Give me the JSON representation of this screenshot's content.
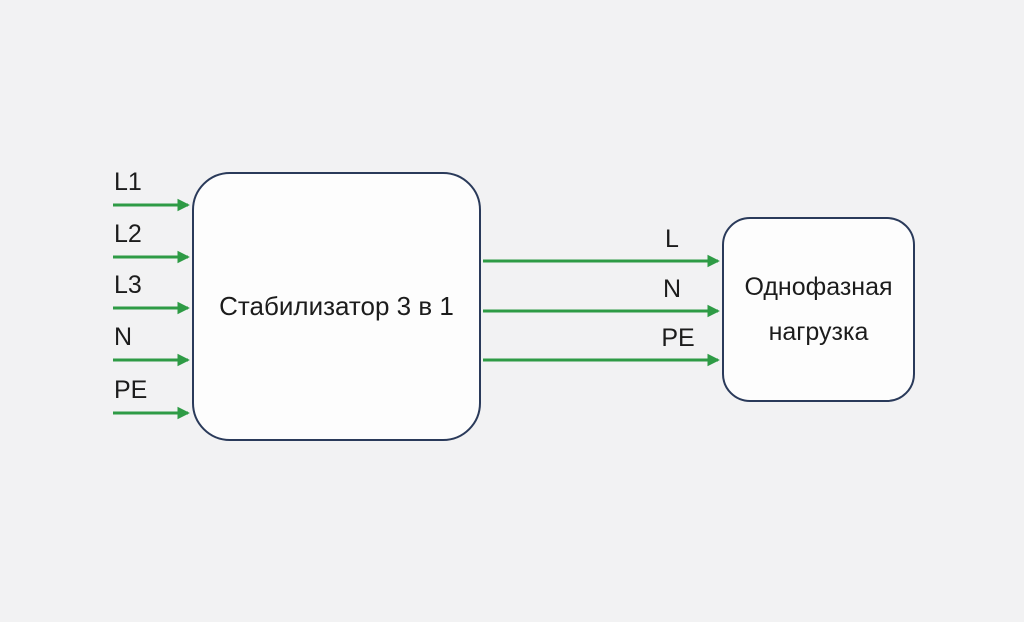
{
  "colors": {
    "background": "#f2f2f3",
    "box_fill": "#fdfdfd",
    "box_border": "#2a3a5a",
    "arrow_green": "#2e9b45",
    "text": "#1c1c1c"
  },
  "diagram": {
    "stabilizer": {
      "label": "Стабилизатор 3 в 1"
    },
    "load": {
      "label_line1": "Однофазная",
      "label_line2": "нагрузка"
    },
    "inputs": [
      {
        "label": "L1"
      },
      {
        "label": "L2"
      },
      {
        "label": "L3"
      },
      {
        "label": "N"
      },
      {
        "label": "PE"
      }
    ],
    "outputs": [
      {
        "label": "L"
      },
      {
        "label": "N"
      },
      {
        "label": "PE"
      }
    ]
  }
}
